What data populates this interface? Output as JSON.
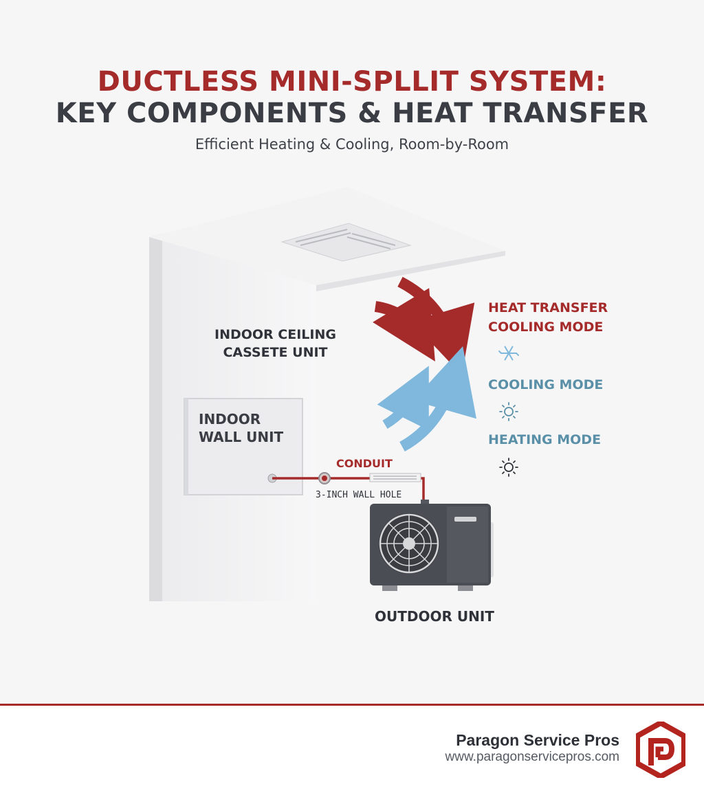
{
  "header": {
    "title_line1": "DUCTLESS MINI-SPLLIT SYSTEM:",
    "title_line2": "KEY COMPONENTS & HEAT TRANSFER",
    "subtitle": "Efficient Heating & Cooling, Room-by-Room"
  },
  "labels": {
    "ceiling_unit_line1": "INDOOR CEILING",
    "ceiling_unit_line2": "CASSETE UNIT",
    "wall_unit_line1": "INDOOR",
    "wall_unit_line2": "WALL UNIT",
    "conduit": "CONDUIT",
    "wall_hole": "3-INCH WALL HOLE",
    "outdoor_unit": "OUTDOOR UNIT"
  },
  "legend": {
    "heat_transfer": "HEAT TRANSFER",
    "cooling_mode_red": "COOLING MODE",
    "cooling_mode_blue": "COOLING MODE",
    "heating_mode": "HEATING MODE",
    "icons": [
      "snowflake-icon",
      "sun-icon",
      "sun-icon"
    ]
  },
  "colors": {
    "brand_red": "#a52a2a",
    "cool_blue": "#7fb8dc",
    "legend_blue": "#5a8fa8",
    "dark_text": "#2f3238"
  },
  "footer": {
    "company": "Paragon Service Pros",
    "url": "www.paragonservicepros.com"
  }
}
